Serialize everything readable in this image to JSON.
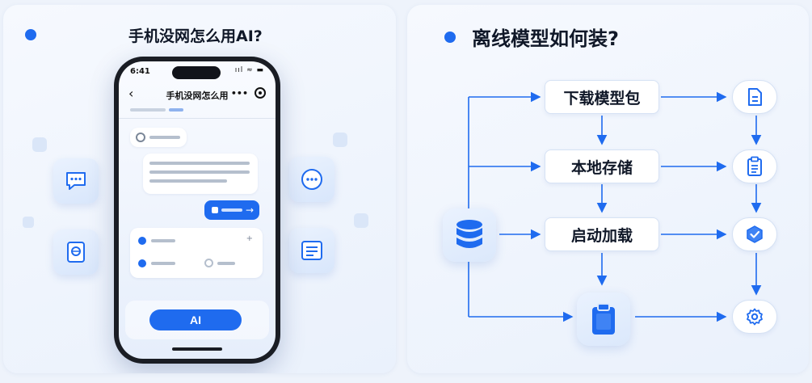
{
  "left_panel": {
    "title": "手机没网怎么用AI?"
  },
  "phone": {
    "status_time": "6:41",
    "status_icons": "ııl ≈ ▬",
    "nav_back": "‹",
    "nav_title": "手机没网怎么用",
    "nav_more": "•••",
    "ai_button_label": "AI"
  },
  "right_panel": {
    "title": "离线模型如何装?",
    "steps": [
      {
        "label": "下载模型包",
        "icon": "document-icon"
      },
      {
        "label": "本地存储",
        "icon": "clipboard-list-icon"
      },
      {
        "label": "启动加载",
        "icon": "shield-check-icon"
      }
    ],
    "end_icon": "gear-icon",
    "source_icon": "database-icon",
    "fourth_node_icon": "clipboard-icon"
  },
  "colors": {
    "accent": "#1f6bef",
    "text": "#101828",
    "panel_bg": "#eef3fb"
  }
}
